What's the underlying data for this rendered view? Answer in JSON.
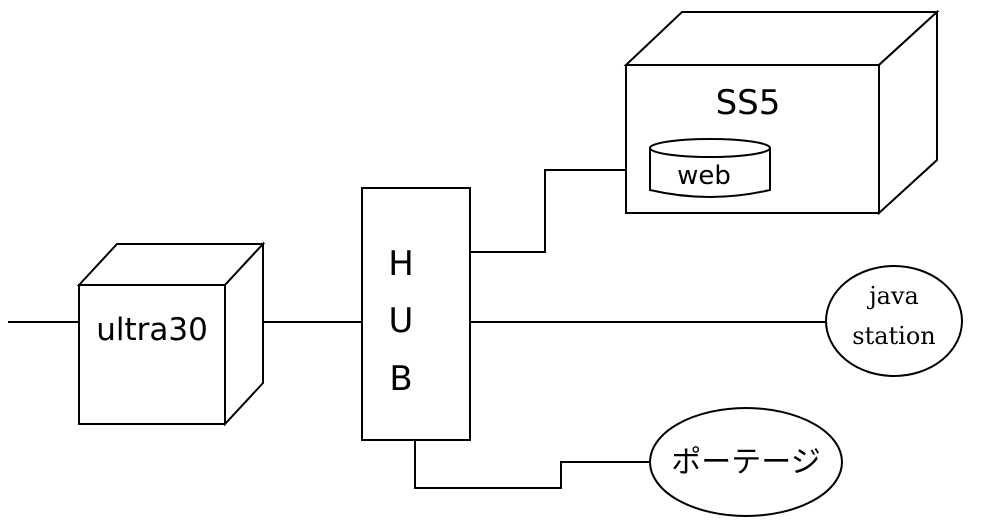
{
  "nodes": {
    "ultra30": {
      "label": "ultra30"
    },
    "hub": {
      "letters": [
        "H",
        "U",
        "B"
      ]
    },
    "ss5": {
      "label": "SS5",
      "db_label": "web"
    },
    "java_station": {
      "line1": "java",
      "line2": "station"
    },
    "portage": {
      "label": "ポーテージ"
    }
  },
  "colors": {
    "stroke": "#000000",
    "background": "#ffffff"
  }
}
